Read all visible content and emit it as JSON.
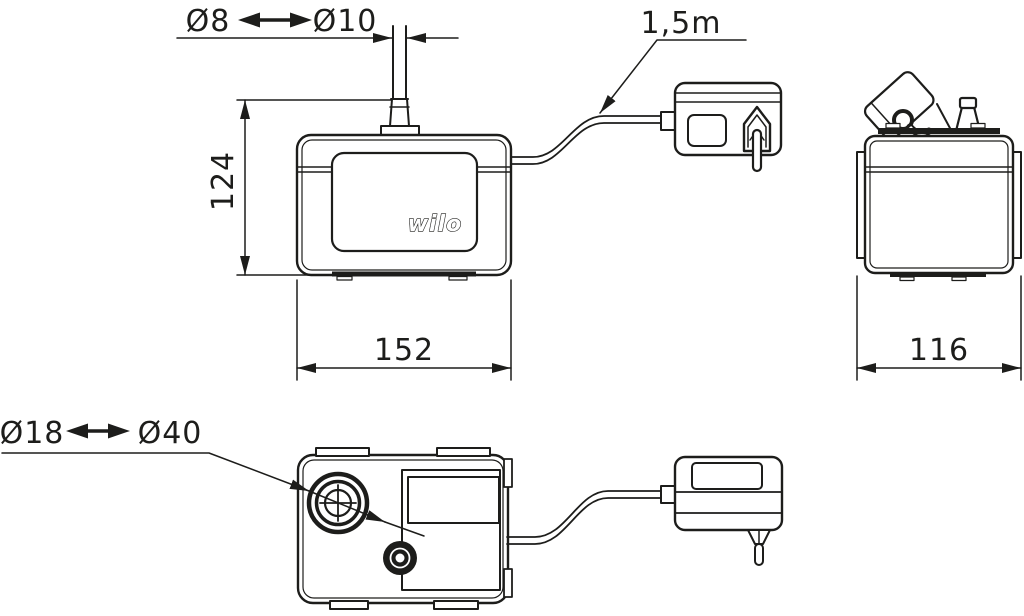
{
  "colors": {
    "line": "#1d1d1b",
    "background": "#ffffff"
  },
  "brand_logo": "wilo",
  "dimensions": {
    "hose_diameter_min": "Ø8",
    "hose_diameter_max": "Ø10",
    "cable_length": "1,5m",
    "front_height": "124",
    "front_width": "152",
    "side_depth": "116",
    "inlet_diameter_min": "Ø18",
    "inlet_diameter_max": "Ø40"
  }
}
